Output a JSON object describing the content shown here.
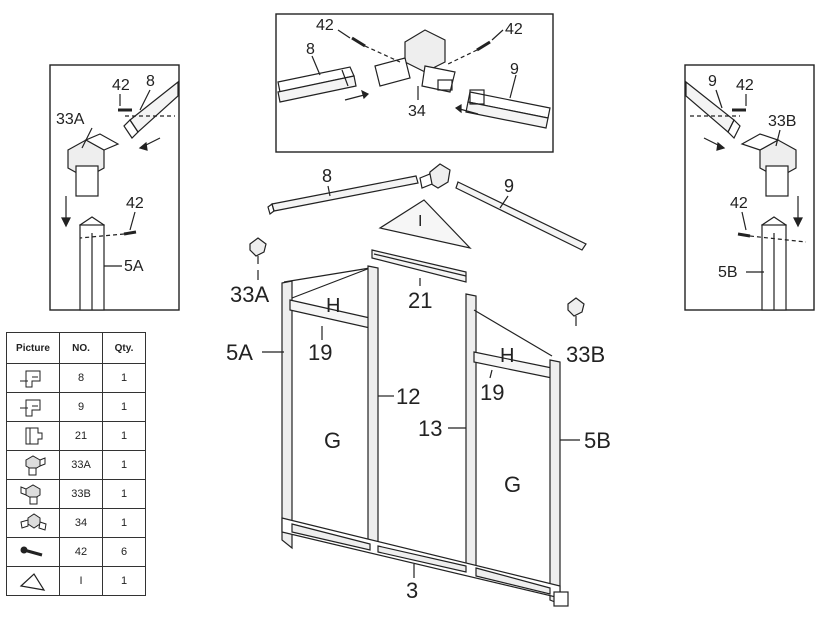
{
  "top_detail": {
    "labels": [
      "42",
      "42",
      "8",
      "9",
      "34"
    ]
  },
  "left_detail": {
    "labels": [
      "42",
      "8",
      "33A",
      "42",
      "5A"
    ]
  },
  "right_detail": {
    "labels": [
      "9",
      "42",
      "33B",
      "42",
      "5B"
    ]
  },
  "main": {
    "labels": [
      "8",
      "9",
      "I",
      "21",
      "33A",
      "5A",
      "H",
      "19",
      "12",
      "13",
      "G",
      "33B",
      "H",
      "19",
      "5B",
      "G",
      "3"
    ]
  },
  "parts_table": {
    "headers": [
      "Picture",
      "NO.",
      "Qty."
    ],
    "rows": [
      {
        "icon": "bar-profile-8-icon",
        "no": "8",
        "qty": "1"
      },
      {
        "icon": "bar-profile-9-icon",
        "no": "9",
        "qty": "1"
      },
      {
        "icon": "bar-profile-21-icon",
        "no": "21",
        "qty": "1"
      },
      {
        "icon": "connector-33a-icon",
        "no": "33A",
        "qty": "1"
      },
      {
        "icon": "connector-33b-icon",
        "no": "33B",
        "qty": "1"
      },
      {
        "icon": "connector-34-icon",
        "no": "34",
        "qty": "1"
      },
      {
        "icon": "bolt-icon",
        "no": "42",
        "qty": "6"
      },
      {
        "icon": "triangle-panel-icon",
        "no": "I",
        "qty": "1"
      }
    ]
  },
  "colors": {
    "line": "#222222",
    "fill": "#ffffff",
    "shade": "#dddddd"
  }
}
